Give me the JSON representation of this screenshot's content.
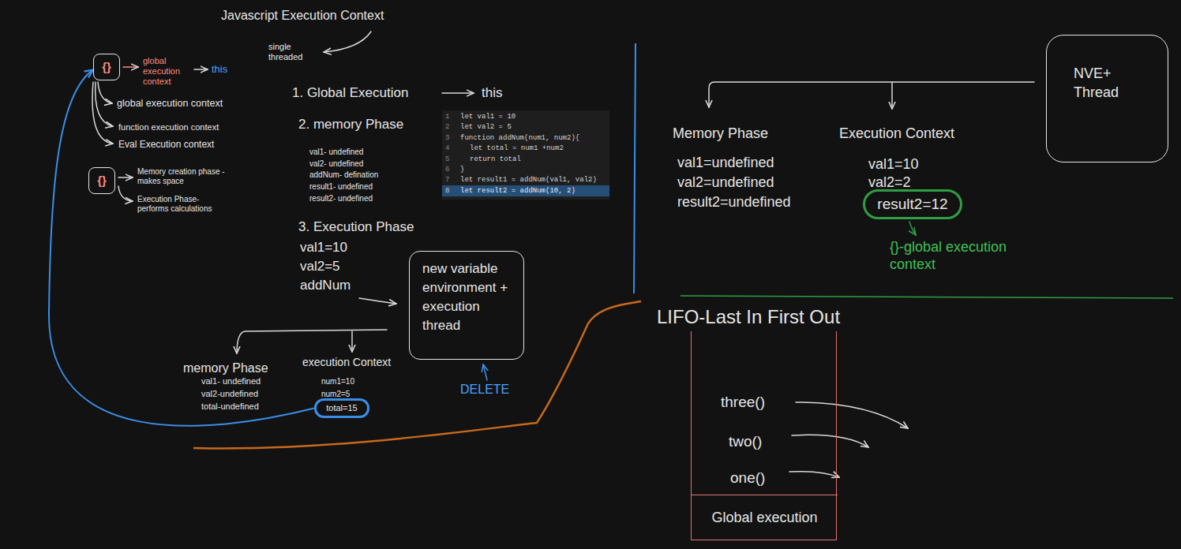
{
  "diagram": {
    "title": "Javascript Execution Context",
    "nodes": [
      {
        "text": [
          "{}"
        ]
      },
      {
        "text": [
          "{}"
        ]
      },
      {
        "text": [
          "let val1 = 10",
          "let val2 = 5",
          "function addNum(num1, num2){",
          "let total = num1 +num2",
          "return total",
          "}",
          "let result1 = addNum(val1, val2)",
          "let result2 = addNum(10, 2)"
        ]
      },
      {
        "text": [
          "new variable environment + execution thread"
        ]
      },
      {
        "text": [
          "total=15"
        ]
      },
      {
        "text": [
          "NVE+ Thread"
        ]
      },
      {
        "text": [
          "result2=12"
        ]
      },
      {
        "text": [
          "three()",
          "two()",
          "one()"
        ]
      },
      {
        "text": [
          "Global execution"
        ],
        "in": 7
      }
    ],
    "edges": [
      {
        "from": 4,
        "to": 0,
        "arrow": "to"
      }
    ],
    "labels": [
      "single threaded",
      "global execution context",
      "this",
      "global execution context",
      "function execution context",
      "Eval Execution context",
      "Memory creation phase -makes space",
      "Execution Phase- performs calculations",
      "1. Global Execution",
      "this",
      "2. memory Phase",
      "val1- undefined",
      "val2- undefined",
      "addNum- defination",
      "result1- undefined",
      "result2- undefined",
      "3. Execution Phase",
      "val1=10",
      "val2=5",
      "addNum",
      "DELETE",
      "memory Phase",
      "val1- undefined",
      "val2-undefined",
      "total-undefined",
      "execution Context",
      "num1=10",
      "num2=5",
      "Memory Phase",
      "val1=undefined",
      "val2=undefined",
      "result2=undefined",
      "Execution Context",
      "val1=10",
      "val2=2",
      "{}-global execution context",
      "LIFO-Last In First Out",
      "1",
      "2",
      "3",
      "4",
      "5",
      "6",
      "7",
      "8"
    ]
  }
}
